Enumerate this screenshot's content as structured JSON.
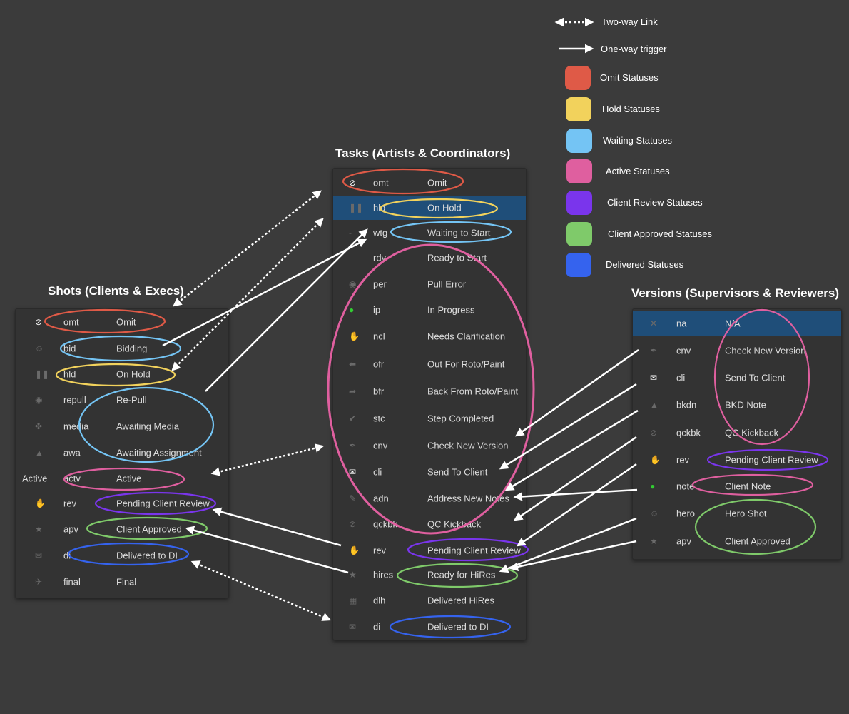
{
  "legend": {
    "two_way": "Two-way Link",
    "one_way": "One-way trigger",
    "items": [
      {
        "label": "Omit Statuses",
        "color": "#df5a47"
      },
      {
        "label": "Hold Statuses",
        "color": "#f2d25c"
      },
      {
        "label": "Waiting Statuses",
        "color": "#74c4f4"
      },
      {
        "label": "Active Statuses",
        "color": "#df5f9f"
      },
      {
        "label": "Client Review Statuses",
        "color": "#7a35ec"
      },
      {
        "label": "Client Approved Statuses",
        "color": "#7fca6a"
      },
      {
        "label": "Delivered Statuses",
        "color": "#3563ee"
      }
    ]
  },
  "shots": {
    "title": "Shots (Clients & Execs)",
    "rows": [
      {
        "icon": "omit-icon",
        "glyph": "⊘",
        "code": "omt",
        "name": "Omit"
      },
      {
        "icon": "person-icon",
        "glyph": "☺",
        "code": "bid",
        "name": "Bidding"
      },
      {
        "icon": "pause-icon",
        "glyph": "❚❚",
        "code": "hld",
        "name": "On Hold"
      },
      {
        "icon": "camera-icon",
        "glyph": "◉",
        "code": "repull",
        "name": "Re-Pull"
      },
      {
        "icon": "puzzle-icon",
        "glyph": "✤",
        "code": "media",
        "name": "Awaiting Media"
      },
      {
        "icon": "warning-icon",
        "glyph": "▲",
        "code": "awa",
        "name": "Awaiting Assignment"
      },
      {
        "icon": "active-label-icon",
        "glyph": "Active",
        "code": "actv",
        "name": "Active"
      },
      {
        "icon": "hand-icon",
        "glyph": "✋",
        "code": "rev",
        "name": "Pending Client Review"
      },
      {
        "icon": "star-icon",
        "glyph": "★",
        "code": "apv",
        "name": "Client Approved"
      },
      {
        "icon": "gift-icon",
        "glyph": "✉",
        "code": "di",
        "name": "Delivered to DI"
      },
      {
        "icon": "plane-icon",
        "glyph": "✈",
        "code": "final",
        "name": "Final"
      }
    ]
  },
  "tasks": {
    "title": "Tasks (Artists & Coordinators)",
    "rows": [
      {
        "icon": "omit-icon",
        "glyph": "⊘",
        "code": "omt",
        "name": "Omit"
      },
      {
        "icon": "pause-icon",
        "glyph": "❚❚",
        "code": "hld",
        "name": "On Hold"
      },
      {
        "icon": "wait-icon",
        "glyph": "-",
        "code": "wtg",
        "name": "Waiting to Start"
      },
      {
        "icon": "blank-icon",
        "glyph": "",
        "code": "rdy",
        "name": "Ready to Start"
      },
      {
        "icon": "camera-icon",
        "glyph": "◉",
        "code": "per",
        "name": "Pull Error"
      },
      {
        "icon": "progress-dot-icon",
        "glyph": "●",
        "code": "ip",
        "name": "In Progress"
      },
      {
        "icon": "hand-icon",
        "glyph": "✋",
        "code": "ncl",
        "name": "Needs Clarification"
      },
      {
        "icon": "arrow-left-icon",
        "glyph": "⬅",
        "code": "ofr",
        "name": "Out For Roto/Paint"
      },
      {
        "icon": "arrow-right-icon",
        "glyph": "➦",
        "code": "bfr",
        "name": "Back From Roto/Paint"
      },
      {
        "icon": "check-icon",
        "glyph": "✔",
        "code": "stc",
        "name": "Step Completed"
      },
      {
        "icon": "quill-icon",
        "glyph": "✒",
        "code": "cnv",
        "name": "Check New Version"
      },
      {
        "icon": "envelope-icon",
        "glyph": "✉",
        "code": "cli",
        "name": "Send To Client"
      },
      {
        "icon": "pencil-icon",
        "glyph": "✎",
        "code": "adn",
        "name": "Address New Notes"
      },
      {
        "icon": "kickback-icon",
        "glyph": "⊘",
        "code": "qckbk",
        "name": "QC Kickback"
      },
      {
        "icon": "hand-icon",
        "glyph": "✋",
        "code": "rev",
        "name": "Pending Client Review"
      },
      {
        "icon": "star-icon",
        "glyph": "★",
        "code": "hires",
        "name": "Ready for HiRes"
      },
      {
        "icon": "film-icon",
        "glyph": "▦",
        "code": "dlh",
        "name": "Delivered HiRes"
      },
      {
        "icon": "gift-icon",
        "glyph": "✉",
        "code": "di",
        "name": "Delivered to DI"
      }
    ]
  },
  "versions": {
    "title": "Versions (Supervisors & Reviewers)",
    "rows": [
      {
        "icon": "na-icon",
        "glyph": "✕",
        "code": "na",
        "name": "N/A"
      },
      {
        "icon": "quill-icon",
        "glyph": "✒",
        "code": "cnv",
        "name": "Check New Version"
      },
      {
        "icon": "envelope-icon",
        "glyph": "✉",
        "code": "cli",
        "name": "Send To Client"
      },
      {
        "icon": "warning-icon",
        "glyph": "▲",
        "code": "bkdn",
        "name": "BKD Note"
      },
      {
        "icon": "kickback-icon",
        "glyph": "⊘",
        "code": "qckbk",
        "name": "QC Kickback"
      },
      {
        "icon": "hand-icon",
        "glyph": "✋",
        "code": "rev",
        "name": "Pending Client Review"
      },
      {
        "icon": "green-dot-icon",
        "glyph": "●",
        "code": "note",
        "name": "Client Note"
      },
      {
        "icon": "person-icon",
        "glyph": "☺",
        "code": "hero",
        "name": "Hero Shot"
      },
      {
        "icon": "star-icon",
        "glyph": "★",
        "code": "apv",
        "name": "Client Approved"
      }
    ]
  }
}
